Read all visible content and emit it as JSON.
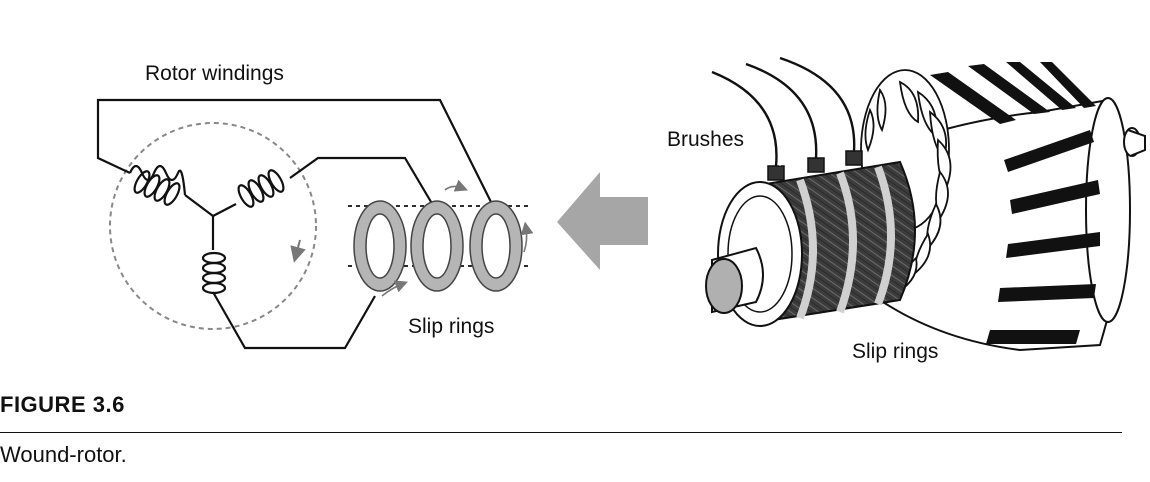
{
  "figure": {
    "labels": {
      "rotor_windings": "Rotor windings",
      "slip_rings_left": "Slip rings",
      "brushes": "Brushes",
      "slip_rings_right": "Slip rings"
    }
  },
  "caption": {
    "title": "FIGURE 3.6",
    "text": "Wound-rotor."
  },
  "colors": {
    "ink": "#111111",
    "arrow_gray": "#a6a6a6",
    "ring_gray": "#9a9a9a",
    "dashed_gray": "#888888",
    "carbon_dark": "#3a3a3a"
  }
}
